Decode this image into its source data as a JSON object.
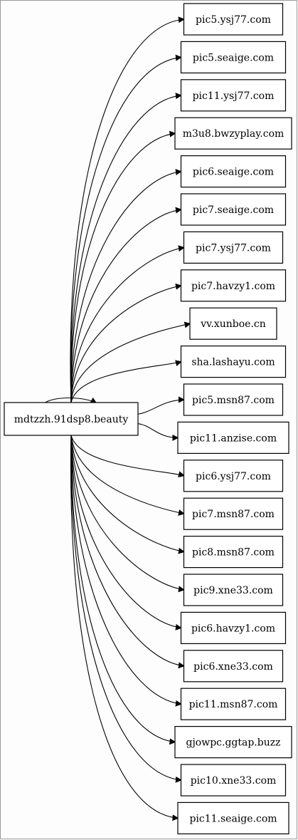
{
  "graph": {
    "source": "mdtzzh.91dsp8.beauty",
    "targets": [
      "pic5.ysj77.com",
      "pic5.seaige.com",
      "pic11.ysj77.com",
      "m3u8.bwzyplay.com",
      "pic6.seaige.com",
      "pic7.seaige.com",
      "pic7.ysj77.com",
      "pic7.havzy1.com",
      "vv.xunboe.cn",
      "sha.lashayu.com",
      "pic5.msn87.com",
      "pic11.anzise.com",
      "pic6.ysj77.com",
      "pic7.msn87.com",
      "pic8.msn87.com",
      "pic9.xne33.com",
      "pic6.havzy1.com",
      "pic6.xne33.com",
      "pic11.msn87.com",
      "gjowpc.ggtap.buzz",
      "pic10.xne33.com",
      "pic11.seaige.com"
    ],
    "self_loop": true
  },
  "colors": {
    "stroke": "#000000",
    "node_fill": "#ffffff",
    "background": "#ffffff",
    "frame": "#9a9a9a"
  }
}
